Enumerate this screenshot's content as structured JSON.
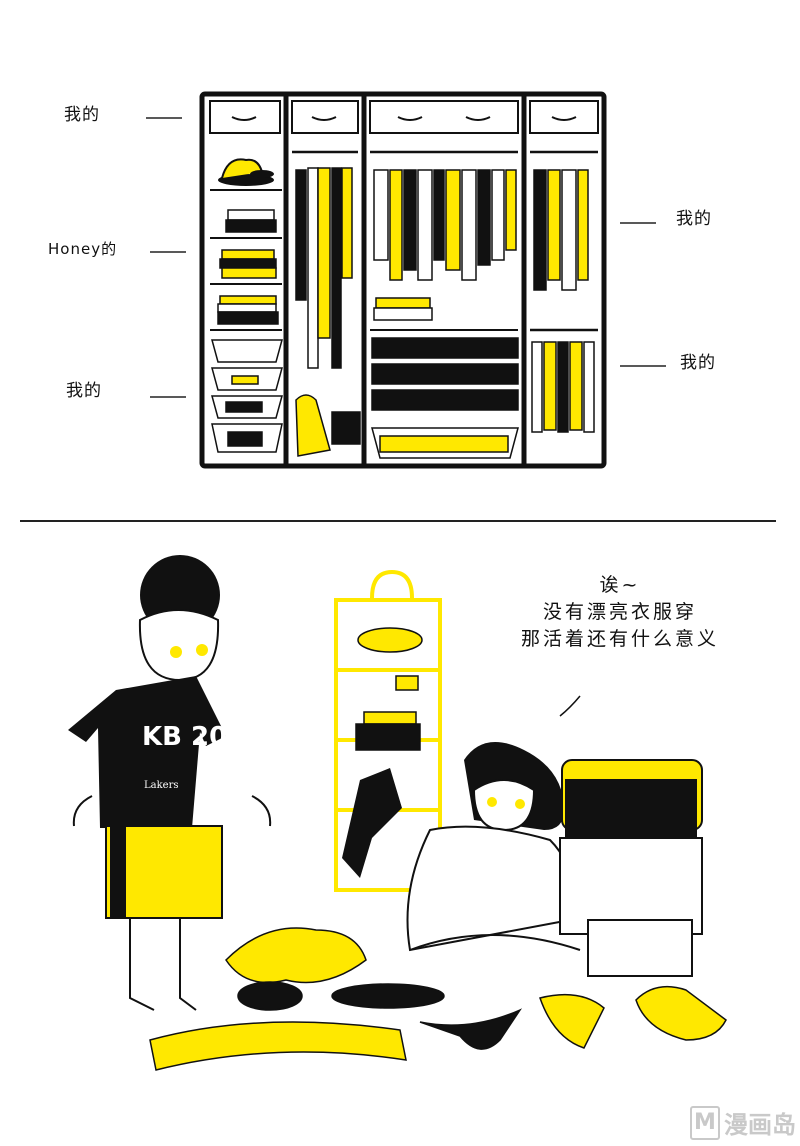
{
  "panel_top": {
    "labels": {
      "left_top": "我的",
      "left_middle": "Honey的",
      "left_bottom": "我的",
      "right_top": "我的",
      "right_bottom": "我的"
    },
    "shirt_text": "KB 20"
  },
  "panel_bottom": {
    "speech": {
      "line1": "诶~",
      "line2": "没有漂亮衣服穿",
      "line3": "那活着还有什么意义"
    },
    "tshirt_brand": "Lakers"
  },
  "watermark": {
    "logo_letter": "M",
    "text": "漫画岛"
  },
  "colors": {
    "accent": "#ffe800",
    "ink": "#111111"
  }
}
